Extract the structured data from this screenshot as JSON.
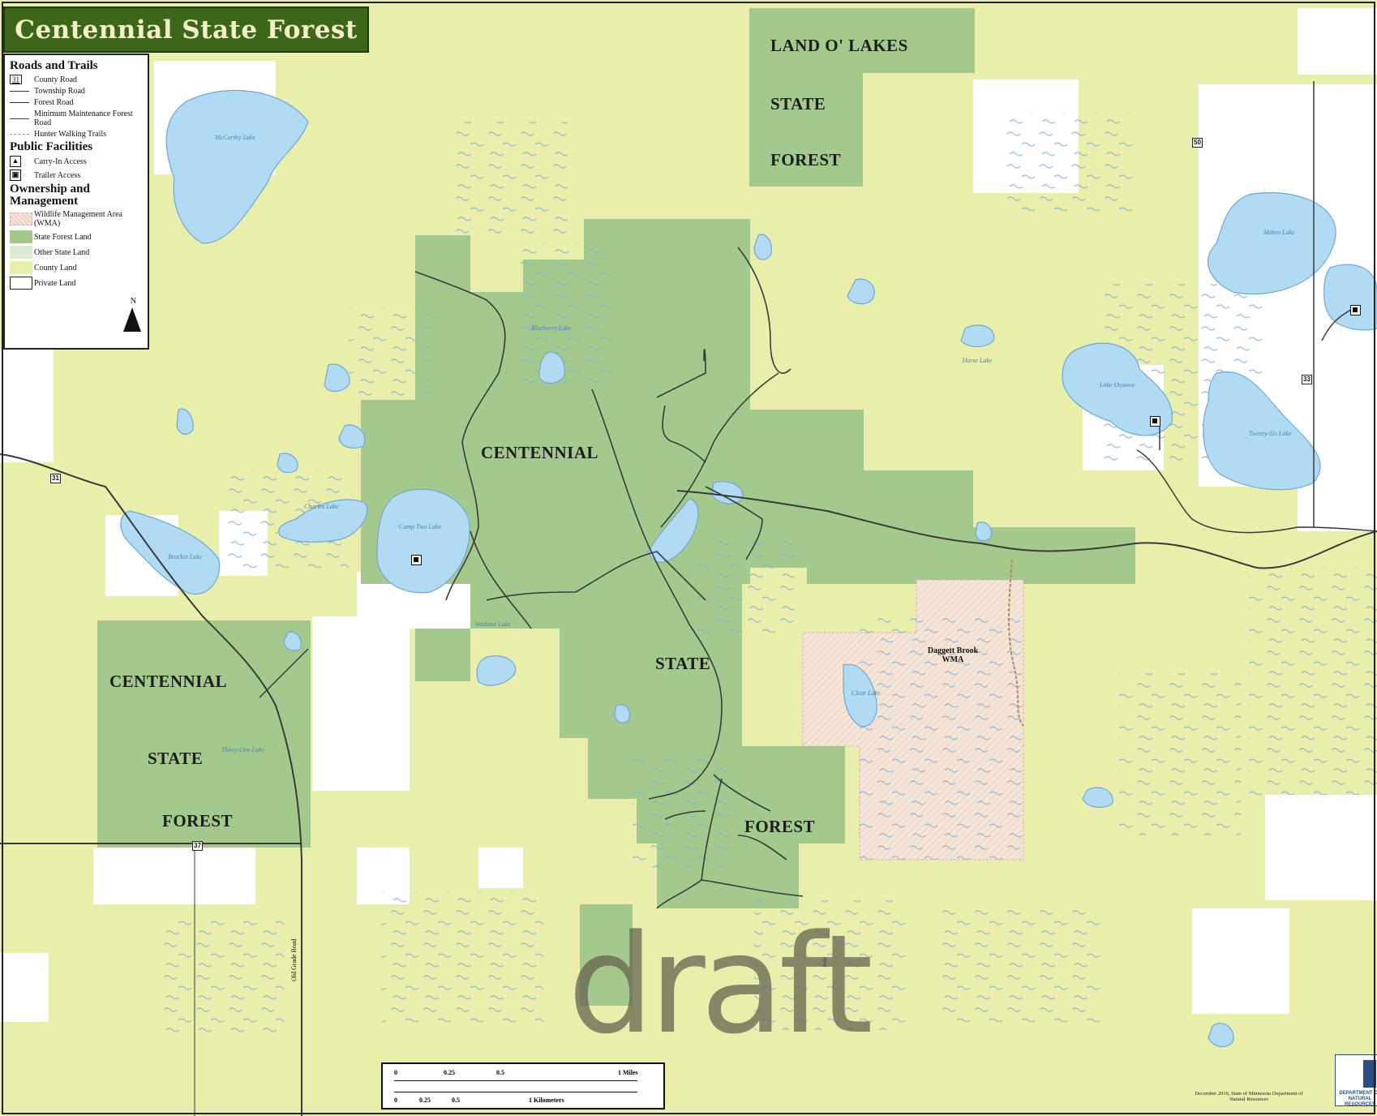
{
  "map": {
    "title": "Centennial State Forest",
    "legend": {
      "roads_heading": "Roads and Trails",
      "road_shield": "31",
      "county_road": "County Road",
      "township_road": "Township Road",
      "forest_road": "Forest Road",
      "min_maint_road": "Minimum Maintenance Forest Road",
      "hunter_trails": "Hunter Walking Trails",
      "facilities_heading": "Public Facilities",
      "carry_in": "Carry-In Access",
      "trailer": "Trailer Access",
      "ownership_heading": "Ownership and Management",
      "wma": "Wildlife Management Area (WMA)",
      "state_forest": "State Forest Land",
      "other_state": "Other State Land",
      "county_land": "County Land",
      "private_land": "Private Land",
      "north": "N"
    },
    "area_labels": {
      "land_o_lakes": "LAND O' LAKES",
      "lol_state": "STATE",
      "lol_forest": "FOREST",
      "centennial_center": "CENTENNIAL",
      "state_center": "STATE",
      "forest_center": "FOREST",
      "centennial_west": "CENTENNIAL",
      "state_west": "STATE",
      "forest_west": "FOREST"
    },
    "lakes": {
      "mccarthy": "McCarthy Lake",
      "blueberry": "Blueberry Lake",
      "camp_two": "Camp Two Lake",
      "charles": "Charles Lake",
      "bracket": "Bracket Lake",
      "washout": "Washout Lake",
      "thirty_one": "Thirty-One Lake",
      "lake_ossawa": "Lake Ossawa",
      "twenty_six": "Twenty-Six Lake",
      "mitten": "Mitten Lake",
      "horse": "Horse Lake",
      "clear": "Clear Lake"
    },
    "wma_label": "Daggett Brook WMA",
    "road_numbers": {
      "r31": "31",
      "r50": "50",
      "r33": "33",
      "r37": "37"
    },
    "old_grade_road": "Old Grade Road",
    "watermark": "draft",
    "scale": {
      "miles": [
        "0",
        "0.25",
        "0.5",
        "1 Miles"
      ],
      "km": [
        "0",
        "0.25",
        "0.5",
        "1 Kilometers"
      ]
    },
    "credit": "December 2016, State of Minnesota Department of Natural Resources",
    "logo_dept": "DEPARTMENT OF NATURAL RESOURCES",
    "colors": {
      "county_land": "#e9eeaa",
      "state_forest": "#a4c98d",
      "private_land": "#ffffff",
      "water": "#b0dbf3",
      "stream": "#7fb0dd",
      "road": "#3a3a3a",
      "title_bg": "#3c6618",
      "wma": "#f3e0cc"
    }
  }
}
